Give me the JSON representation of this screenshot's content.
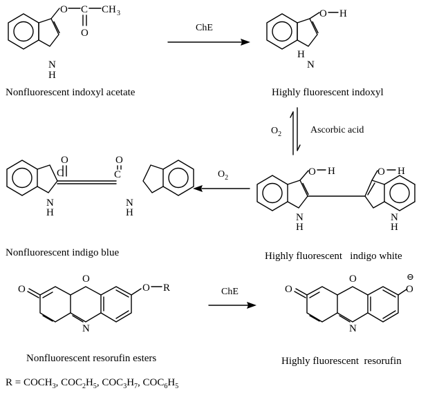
{
  "scheme": {
    "row1": {
      "reagent": "ChE",
      "left_caption": "Nonfluorescent indoxyl acetate",
      "right_caption": "Highly fluorescent indoxyl"
    },
    "equilibrium": {
      "left_reagent": "O",
      "left_reagent_sub": "2",
      "right_reagent": "Ascorbic acid"
    },
    "row2": {
      "reagent": "O",
      "reagent_sub": "2",
      "left_caption": "Nonfluorescent indigo blue",
      "right_caption": "Highly fluorescent   indigo white"
    },
    "row3": {
      "reagent": "ChE",
      "left_caption": "Nonfluorescent resorufin esters",
      "right_caption": "Highly fluorescent  resorufin"
    },
    "r_definition": {
      "prefix": "R = ",
      "groups": [
        {
          "a": "COCH",
          "sub": "3",
          "sep": ", "
        },
        {
          "a": "COC",
          "sub": "2",
          "b": "H",
          "sub2": "5",
          "sep": ", "
        },
        {
          "a": "COC",
          "sub": "3",
          "b": "H",
          "sub2": "7",
          "sep": ", "
        },
        {
          "a": "COC",
          "sub": "6",
          "b": "H",
          "sub2": "5",
          "sep": ""
        }
      ]
    },
    "atoms": {
      "O": "O",
      "C": "C",
      "H": "H",
      "N": "N",
      "R": "R",
      "CH": "CH",
      "three": "3",
      "minus": "⊖"
    }
  }
}
